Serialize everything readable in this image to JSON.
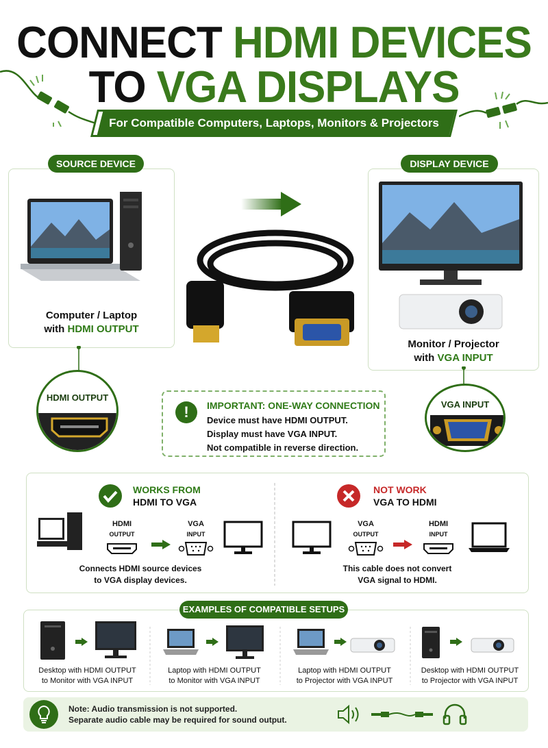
{
  "header": {
    "title_line1_black": "CONNECT",
    "title_line1_green": "HDMI DEVICES",
    "title_line2_black": "TO",
    "title_line2_green": "VGA DISPLAYS",
    "subtitle": "For Compatible Computers, Laptops, Monitors & Projectors"
  },
  "source": {
    "tag": "SOURCE DEVICE",
    "label_line1": "Computer / Laptop",
    "label_line2_prefix": "with ",
    "label_line2_green": "HDMI OUTPUT"
  },
  "display": {
    "tag": "DISPLAY DEVICE",
    "label_line1": "Monitor / Projector",
    "label_line2_prefix": "with ",
    "label_line2_green": "VGA INPUT"
  },
  "hdmi_port_callout": "HDMI OUTPUT",
  "vga_port_callout": "VGA INPUT",
  "important": {
    "heading": "IMPORTANT: ONE-WAY CONNECTION",
    "icon": "!",
    "line1": "Device must have HDMI OUTPUT.",
    "line2": "Display must have VGA INPUT.",
    "line3": "Not compatible in reverse direction."
  },
  "works": {
    "head1": "WORKS FROM",
    "head2": "HDMI TO VGA",
    "hdmi": "HDMI",
    "hdmi_sub": "OUTPUT",
    "vga": "VGA",
    "vga_sub": "INPUT",
    "caption1": "Connects HDMI source devices",
    "caption2": "to VGA display devices."
  },
  "not_work": {
    "head1": "NOT WORK",
    "head2": "VGA TO HDMI",
    "vga": "VGA",
    "vga_sub": "OUTPUT",
    "hdmi": "HDMI",
    "hdmi_sub": "INPUT",
    "caption1": "This cable does not convert",
    "caption2": "VGA signal to HDMI."
  },
  "examples": {
    "tag": "EXAMPLES OF COMPATIBLE SETUPS",
    "items": [
      {
        "line1": "Desktop with HDMI OUTPUT",
        "line2": "to Monitor with VGA INPUT"
      },
      {
        "line1": "Laptop with HDMI OUTPUT",
        "line2": "to Monitor with VGA INPUT"
      },
      {
        "line1": "Laptop with HDMI OUTPUT",
        "line2": "to Projector with VGA INPUT"
      },
      {
        "line1": "Desktop with HDMI OUTPUT",
        "line2": "to Projector with VGA INPUT"
      }
    ]
  },
  "note": {
    "line1": "Note: Audio transmission is not supported.",
    "line2": "Separate audio cable may be required for sound output."
  },
  "colors": {
    "brand_green": "#2f6e17",
    "accent_green": "#3a7a1c",
    "error_red": "#c62828"
  },
  "icons": [
    "plug-icon",
    "arrow-right-icon",
    "checkmark-icon",
    "x-icon",
    "lightbulb-icon",
    "speaker-icon",
    "headphones-icon",
    "audio-cable-icon",
    "exclamation-icon"
  ]
}
